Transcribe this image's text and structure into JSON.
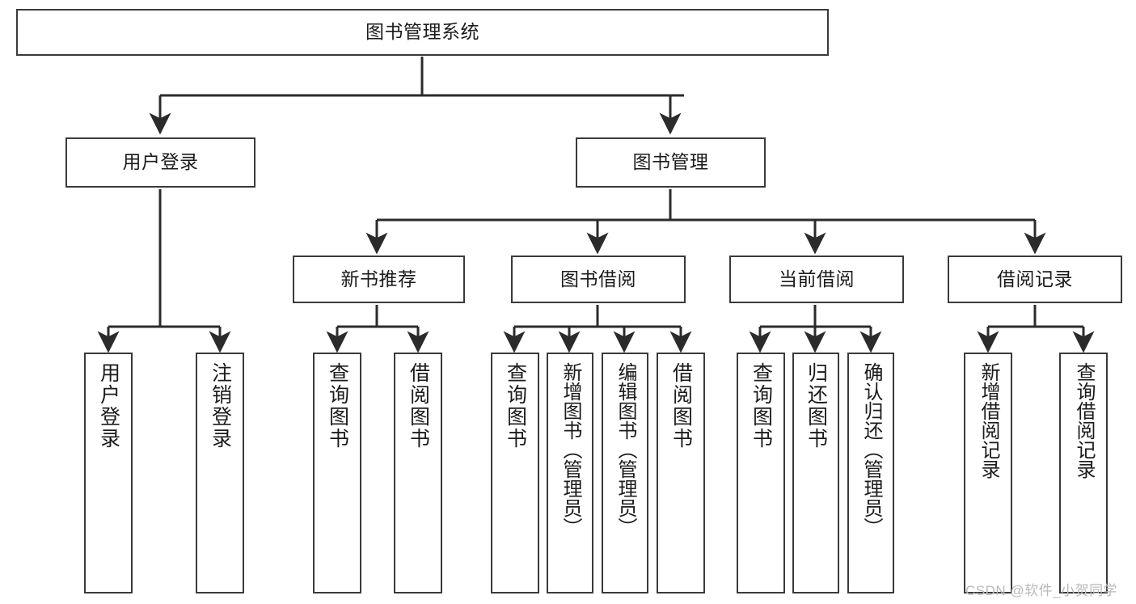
{
  "diagram": {
    "type": "tree",
    "title": "图书管理系统",
    "orientation": "top-down",
    "levels": 4,
    "style": {
      "box_fill": "#ffffff",
      "box_stroke": "#3a3a3a",
      "edge_stroke": "#2b2b2b",
      "text_color": "#1b1b1b",
      "background": "#ffffff"
    },
    "root": {
      "label": "图书管理系统"
    },
    "level2": [
      {
        "label": "用户登录"
      },
      {
        "label": "图书管理"
      }
    ],
    "level3": [
      {
        "label": "新书推荐"
      },
      {
        "label": "图书借阅"
      },
      {
        "label": "当前借阅"
      },
      {
        "label": "借阅记录"
      }
    ],
    "leaves": {
      "user_login": [
        {
          "label": "用户登录"
        },
        {
          "label": "注销登录"
        }
      ],
      "new_book_recommend": [
        {
          "label": "查询图书"
        },
        {
          "label": "借阅图书"
        }
      ],
      "book_borrow": [
        {
          "label": "查询图书"
        },
        {
          "label": "新增图书（管理员）"
        },
        {
          "label": "编辑图书（管理员）"
        },
        {
          "label": "借阅图书"
        }
      ],
      "current_borrow": [
        {
          "label": "查询图书"
        },
        {
          "label": "归还图书"
        },
        {
          "label": "确认归还（管理员）"
        }
      ],
      "borrow_record": [
        {
          "label": "新增借阅记录"
        },
        {
          "label": "查询借阅记录"
        }
      ]
    }
  },
  "watermark": {
    "text": "CSDN @软件_小贺同学"
  }
}
